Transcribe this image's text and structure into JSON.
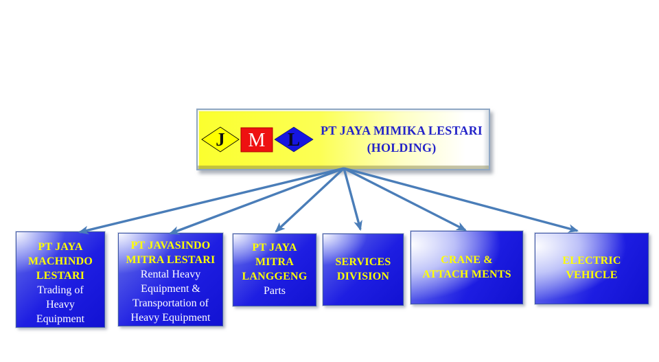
{
  "holding": {
    "title": "PT JAYA MIMIKA LESTARI\n(HOLDING)",
    "logo": {
      "letter_j": "J",
      "letter_m": "M",
      "letter_l": "L"
    }
  },
  "children": [
    {
      "name": "PT JAYA\nMACHINDO\nLESTARI",
      "description": "Trading of\nHeavy\nEquipment"
    },
    {
      "name": "PT JAVASINDO\nMITRA LESTARI",
      "description": "Rental Heavy\nEquipment &\nTransportation of\nHeavy Equipment"
    },
    {
      "name": "PT JAYA\nMITRA\nLANGGENG",
      "description": "Parts"
    },
    {
      "name": "SERVICES\nDIVISION",
      "description": ""
    },
    {
      "name": "CRANE &\nATTACH MENTS",
      "description": ""
    },
    {
      "name": "ELECTRIC\nVEHICLE",
      "description": ""
    }
  ],
  "colors": {
    "box_blue": "#1c1ce0",
    "heading_yellow": "#ffff00",
    "body_white": "#ffffff",
    "holding_yellow": "#fbff3d",
    "title_blue": "#2424c8",
    "arrow_blue": "#4a7db8",
    "logo_red": "#ee1111",
    "logo_blue": "#1616e0",
    "logo_yellow": "#ffff00"
  }
}
